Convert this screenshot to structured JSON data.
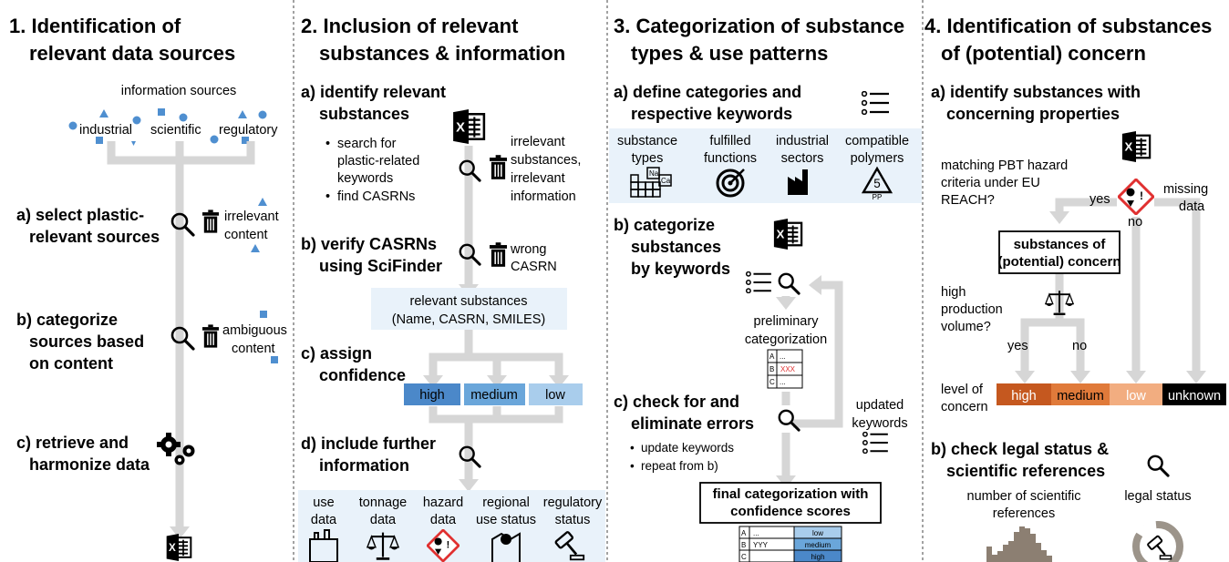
{
  "col1": {
    "title1": "1. Identification of",
    "title2": "relevant data sources",
    "info_sources": "information sources",
    "industrial": "industrial",
    "scientific": "scientific",
    "regulatory": "regulatory",
    "step_a1": "a) select plastic-",
    "step_a2": "relevant sources",
    "irrelevant1": "irrelevant",
    "irrelevant2": "content",
    "step_b1": "b) categorize",
    "step_b2": "sources based",
    "step_b3": "on content",
    "ambiguous1": "ambiguous",
    "ambiguous2": "content",
    "step_c1": "c) retrieve and",
    "step_c2": "harmonize data"
  },
  "col2": {
    "title1": "2. Inclusion of relevant",
    "title2": "substances & information",
    "step_a1": "a) identify relevant",
    "step_a2": "substances",
    "bullet1a": "search for",
    "bullet1b": "plastic-related",
    "bullet1c": "keywords",
    "bullet2": "find CASRNs",
    "irr1": "irrelevant",
    "irr2": "substances,",
    "irr3": "irrelevant",
    "irr4": "information",
    "step_b1": "b) verify CASRNs",
    "step_b2": "using SciFinder",
    "wrong1": "wrong",
    "wrong2": "CASRN",
    "relevant1": "relevant substances",
    "relevant2": "(Name, CASRN, SMILES)",
    "step_c1": "c) assign",
    "step_c2": "confidence",
    "conf_high": "high",
    "conf_medium": "medium",
    "conf_low": "low",
    "step_d1": "d) include further",
    "step_d2": "information",
    "info_use1": "use",
    "info_use2": "data",
    "info_ton1": "tonnage",
    "info_ton2": "data",
    "info_haz1": "hazard",
    "info_haz2": "data",
    "info_reg1": "regional",
    "info_reg2": "use status",
    "info_rs1": "regulatory",
    "info_rs2": "status"
  },
  "col3": {
    "title1": "3. Categorization of substance",
    "title2": "types & use patterns",
    "step_a1": "a) define categories and",
    "step_a2": "respective keywords",
    "cat1a": "substance",
    "cat1b": "types",
    "cat2a": "fulfilled",
    "cat2b": "functions",
    "cat3a": "industrial",
    "cat3b": "sectors",
    "cat4a": "compatible",
    "cat4b": "polymers",
    "step_b1": "b) categorize",
    "step_b2": "substances",
    "step_b3": "by keywords",
    "prelim1": "preliminary",
    "prelim2": "categorization",
    "step_c1": "c) check for and",
    "step_c2": "eliminate errors",
    "bullet1": "update keywords",
    "bullet2": "repeat from b)",
    "updated1": "updated",
    "updated2": "keywords",
    "final1": "final categorization with",
    "final2": "confidence scores",
    "row_a": "A",
    "row_b": "B",
    "row_c": "C",
    "dots": "...",
    "xxx": "XXX",
    "yyy": "YYY",
    "low": "low",
    "medium": "medium",
    "high": "high",
    "na": "Na",
    "ca": "Ca",
    "pp": "PP",
    "five": "5"
  },
  "col4": {
    "title1": "4. Identification of substances",
    "title2": "of (potential) concern",
    "step_a1": "a) identify substances with",
    "step_a2": "concerning properties",
    "pbt1": "matching PBT hazard",
    "pbt2": "criteria under EU",
    "pbt3": "REACH?",
    "yes": "yes",
    "no": "no",
    "missing1": "missing",
    "missing2": "data",
    "box1": "substances of",
    "box2": "(potential) concern",
    "hpv1": "high",
    "hpv2": "production",
    "hpv3": "volume?",
    "yes2": "yes",
    "no2": "no",
    "loc1": "level of",
    "loc2": "concern",
    "lv_high": "high",
    "lv_medium": "medium",
    "lv_low": "low",
    "lv_unknown": "unknown",
    "step_b1": "b) check legal status &",
    "step_b2": "scientific references",
    "nsr1": "number of scientific",
    "nsr2": "references",
    "legal": "legal status"
  },
  "colors": {
    "flow": "#d6d6d6",
    "dot": "#4f8fd0",
    "panel": "#e9f2fa",
    "high": "#4b88c9",
    "medium": "#6aa6da",
    "low": "#a9cdec",
    "c_high": "#c5581f",
    "c_medium": "#e07a3a",
    "c_low": "#f2ad80",
    "c_unknown": "#000000",
    "hist": "#8c7f72"
  }
}
